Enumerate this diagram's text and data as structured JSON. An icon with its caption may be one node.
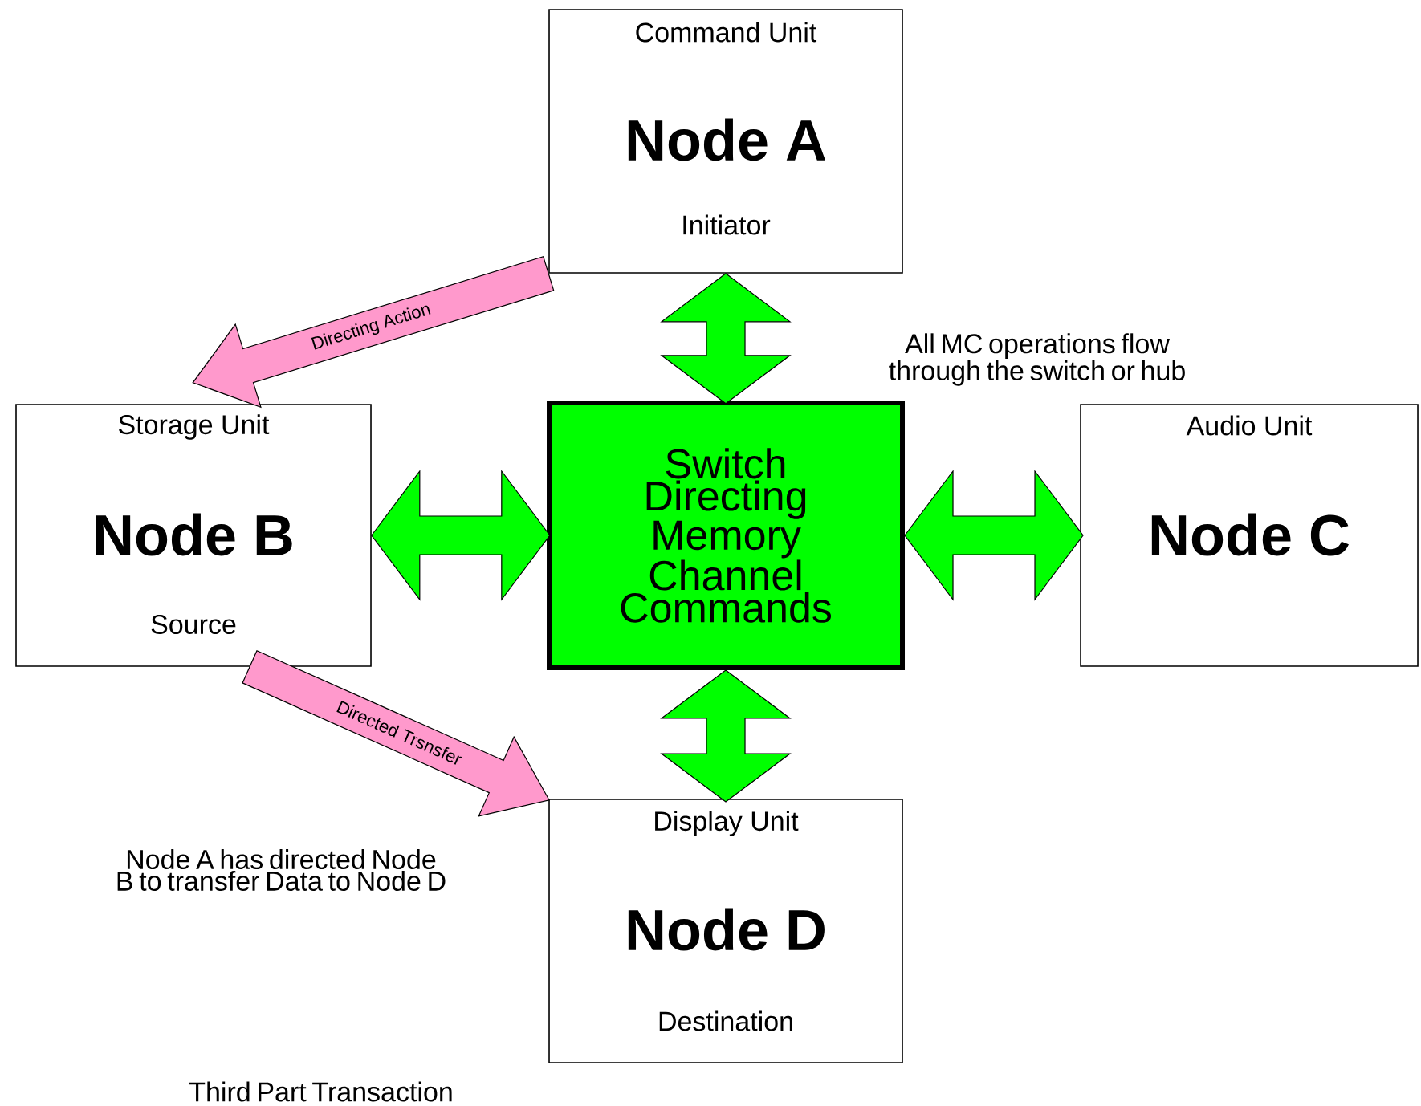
{
  "diagram": {
    "nodes": [
      {
        "text": [
          "Command Unit",
          "Node A",
          "Initiator"
        ]
      },
      {
        "text": [
          "Storage Unit",
          "Node B",
          "Source"
        ]
      },
      {
        "text": [
          "Switch Directing Memory Channel Commands"
        ]
      },
      {
        "text": [
          "Audio Unit",
          "Node C"
        ]
      },
      {
        "text": [
          "Display Unit",
          "Node D",
          "Destination"
        ]
      }
    ],
    "edges": [
      {
        "from": 0,
        "to": 2,
        "arrow": "both"
      },
      {
        "from": 1,
        "to": 2,
        "arrow": "both"
      },
      {
        "from": 2,
        "to": 3,
        "arrow": "both"
      },
      {
        "from": 2,
        "to": 4,
        "arrow": "both"
      },
      {
        "from": 0,
        "to": 1,
        "arrow": "to",
        "label": "Directing Action",
        "color": "#ff99cc"
      },
      {
        "from": 1,
        "to": 4,
        "arrow": "to",
        "label": "Directed Trsnsfer",
        "color": "#ff99cc"
      }
    ],
    "labels": [
      "All MC operations flow through the switch or hub",
      "Node A has directed Node B to transfer Data to Node D",
      "Third Part Transaction"
    ]
  }
}
